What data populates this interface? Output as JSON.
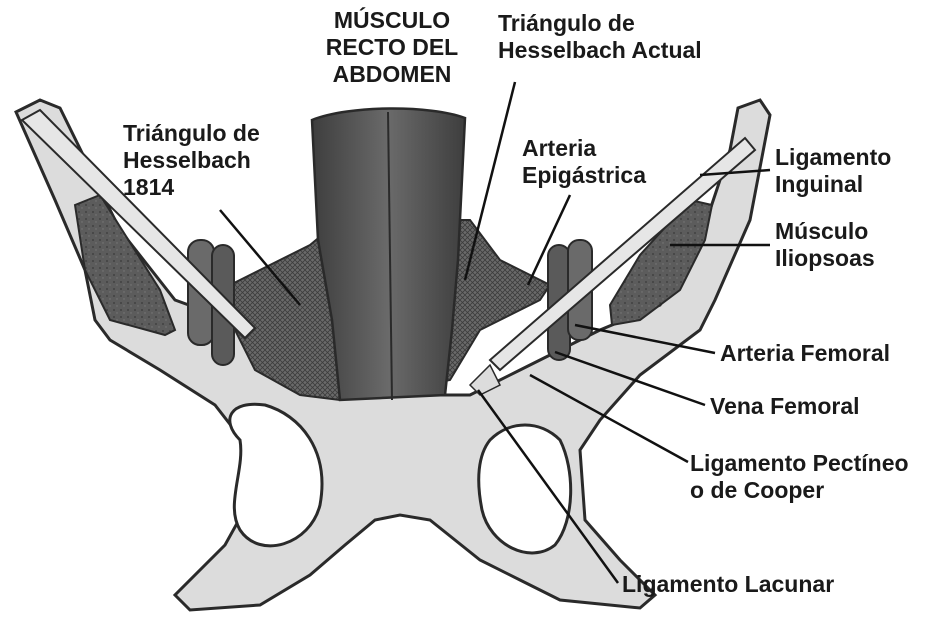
{
  "labels": {
    "rectus": [
      "MÚSCULO",
      "RECTO DEL",
      "ABDOMEN"
    ],
    "hesselbach_actual": [
      "Triángulo de",
      "Hesselbach Actual"
    ],
    "hesselbach_1814": [
      "Triángulo de",
      "Hesselbach",
      "1814"
    ],
    "arteria_epigastrica": [
      "Arteria",
      "Epigástrica"
    ],
    "ligamento_inguinal": [
      "Ligamento",
      "Inguinal"
    ],
    "musculo_iliopsoas": [
      "Músculo",
      "Iliopsoas"
    ],
    "arteria_femoral": "Arteria Femoral",
    "vena_femoral": "Vena Femoral",
    "ligamento_pectineo": [
      "Ligamento Pectíneo",
      "o de Cooper"
    ],
    "ligamento_lacunar": "Ligamento Lacunar"
  },
  "colors": {
    "bone": "#dcdcdc",
    "bone_outline": "#2a2a2a",
    "muscle": "#5a5a5a",
    "muscle_dark": "#3a3a3a",
    "fascia": "#6e6e6e",
    "iliopsoas": "#555555",
    "label_text": "#1a1a1a"
  }
}
